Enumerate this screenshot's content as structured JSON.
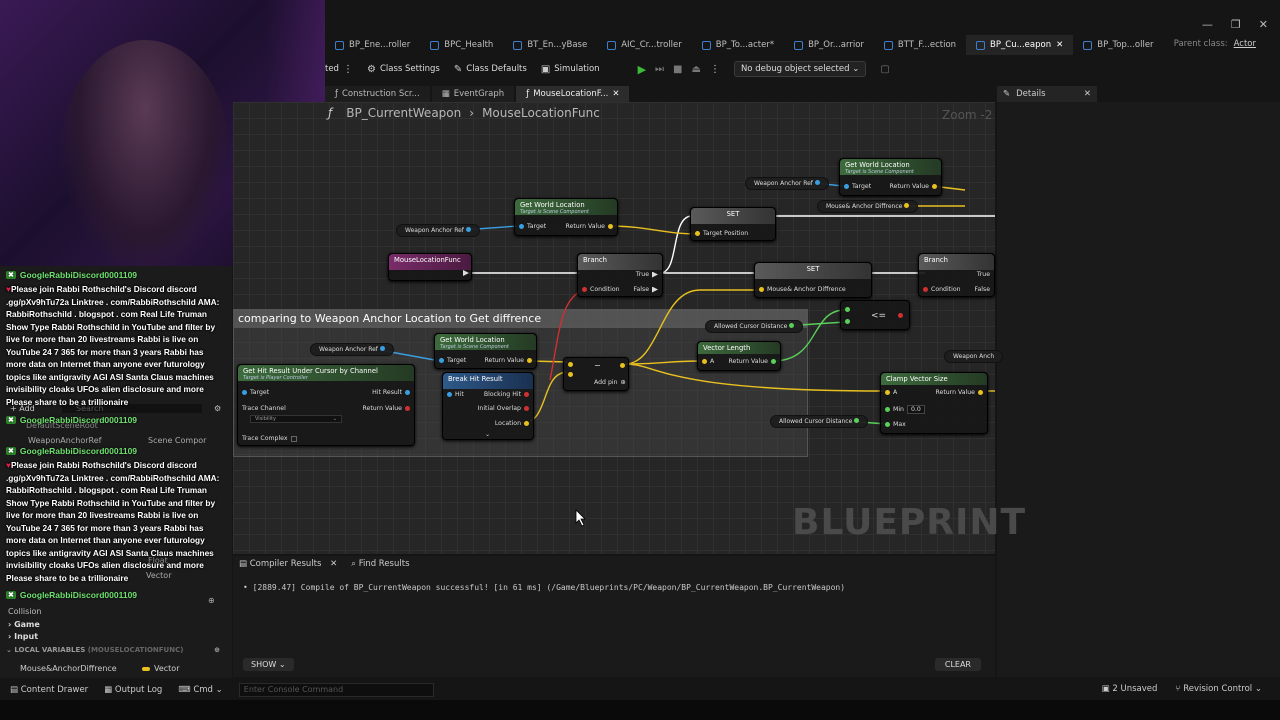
{
  "tabs": [
    {
      "label": "BP_Ene...roller",
      "active": false
    },
    {
      "label": "BPC_Health",
      "active": false
    },
    {
      "label": "BT_En...yBase",
      "active": false
    },
    {
      "label": "AIC_Cr...troller",
      "active": false
    },
    {
      "label": "BP_To...acter*",
      "active": false
    },
    {
      "label": "BP_Or...arrior",
      "active": false
    },
    {
      "label": "BTT_F...ection",
      "active": false
    },
    {
      "label": "BP_Cu...eapon",
      "active": true
    },
    {
      "label": "BP_Top...oller",
      "active": false
    }
  ],
  "parent_class": {
    "label": "Parent class:",
    "value": "Actor"
  },
  "toolbar": {
    "compiled_label": "ted",
    "class_settings": "Class Settings",
    "class_defaults": "Class Defaults",
    "simulation": "Simulation",
    "debug_object": "No debug object selected"
  },
  "graph_tabs": [
    {
      "label": "Construction Scr...",
      "active": false
    },
    {
      "label": "EventGraph",
      "active": false
    },
    {
      "label": "MouseLocationF...",
      "active": true
    }
  ],
  "details": {
    "label": "Details"
  },
  "breadcrumb": {
    "blueprint": "BP_CurrentWeapon",
    "function": "MouseLocationFunc"
  },
  "zoom": "Zoom -2",
  "watermark": "BLUEPRINT",
  "comment": "comparing to Weapon Anchor Location to Get diffrence",
  "nodes": {
    "weapon_anchor_ref_1": "Weapon Anchor Ref",
    "weapon_anchor_ref_2": "Weapon Anchor Ref",
    "weapon_anchor_ref_3": "Weapon Anchor Ref",
    "weapon_anchor_ref_4": "Weapon Anch",
    "get_world_location_1": {
      "title": "Get World Location",
      "sub": "Target is Scene Component",
      "target": "Target",
      "ret": "Return Value"
    },
    "get_world_location_2": {
      "title": "Get World Location",
      "sub": "Target is Scene Component",
      "target": "Target",
      "ret": "Return Value"
    },
    "get_world_location_3": {
      "title": "Get World Location",
      "sub": "Target is Scene Component",
      "target": "Target",
      "ret": "Return Value"
    },
    "mouse_anchor_diff": "Mouse& Anchor Diffrence",
    "set_1": {
      "title": "SET",
      "pin": "Target Position"
    },
    "set_2": {
      "title": "SET",
      "pin": "Mouse& Anchor Diffrence"
    },
    "entry": "MouseLocationFunc",
    "branch_1": {
      "title": "Branch",
      "true": "True",
      "false": "False",
      "cond": "Condition"
    },
    "branch_2": {
      "title": "Branch",
      "true": "True",
      "false": "False",
      "cond": "Condition"
    },
    "allowed_cursor_1": "Allowed Cursor Distance",
    "allowed_cursor_2": "Allowed Cursor Distance",
    "compare": "<=",
    "hit_result": {
      "title": "Get Hit Result Under Cursor by Channel",
      "sub": "Target is Player Controller",
      "target": "Target",
      "hit": "Hit Result",
      "trace": "Trace Channel",
      "trace_val": "Visibility",
      "ret": "Return Value",
      "complex": "Trace Complex"
    },
    "break_hit": {
      "title": "Break Hit Result",
      "hit": "Hit",
      "blocking": "Blocking Hit",
      "overlap": "Initial Overlap",
      "location": "Location"
    },
    "subtract": {
      "title": "−",
      "add": "Add pin"
    },
    "vector_length": {
      "title": "Vector Length",
      "a": "A",
      "ret": "Return Value"
    },
    "clamp": {
      "title": "Clamp Vector Size",
      "a": "A",
      "ret": "Return Value",
      "min": "Min",
      "min_val": "0.0",
      "max": "Max"
    }
  },
  "left_panel": {
    "add": "+ Add",
    "search_placeholder": "Search",
    "default_scene_root": "DefaultSceneRoot",
    "weapon_anchor_ref": "WeaponAnchorRef",
    "scene_component": "Scene Compor",
    "vector_1": "Vector",
    "float": "Float",
    "categories": [
      "Collision",
      "Game",
      "Input"
    ],
    "local_vars_title": "LOCAL VARIABLES",
    "local_vars_scope": "(MOUSELOCATIONFUNC)",
    "local_var_name": "Mouse&AnchorDiffrence",
    "local_var_type": "Vector"
  },
  "chat": [
    {
      "user": "GoogleRabbiDiscord0001109",
      "message": "Please join Rabbi Rothschild's Discord discord .gg/pXv9hTu72a Linktree . com/RabbiRothschild AMA: RabbiRothschild . blogspot . com Real Life Truman Show Type Rabbi Rothschild in YouTube and filter by live for more than 20 livestreams Rabbi is live on YouTube 24 7 365 for more than 3 years Rabbi has more data on Internet than anyone ever futurology topics like antigravity AGI ASI Santa Claus machines invisibility cloaks UFOs alien disclosure and more Please share to be a trillionaire"
    },
    {
      "user": "GoogleRabbiDiscord0001109",
      "message": ""
    },
    {
      "user": "GoogleRabbiDiscord0001109",
      "message": "Please join Rabbi Rothschild's Discord discord .gg/pXv9hTu72a Linktree . com/RabbiRothschild AMA: RabbiRothschild . blogspot . com Real Life Truman Show Type Rabbi Rothschild in YouTube and filter by live for more than 20 livestreams Rabbi is live on YouTube 24 7 365 for more than 3 years Rabbi has more data on Internet than anyone ever futurology topics like antigravity AGI ASI Santa Claus machines invisibility cloaks UFOs alien disclosure and more Please share to be a trillionaire"
    },
    {
      "user": "GoogleRabbiDiscord0001109",
      "message": ""
    }
  ],
  "compiler": {
    "tab_results": "Compiler Results",
    "tab_find": "Find Results",
    "message": "[2889.47] Compile of BP_CurrentWeapon successful! [in 61 ms] (/Game/Blueprints/PC/Weapon/BP_CurrentWeapon.BP_CurrentWeapon)",
    "show": "SHOW",
    "clear": "CLEAR"
  },
  "statusbar": {
    "content_drawer": "Content Drawer",
    "output_log": "Output Log",
    "cmd": "Cmd",
    "console_placeholder": "Enter Console Command",
    "unsaved": "2 Unsaved",
    "revision": "Revision Control"
  },
  "colors": {
    "accent": "#3a9fe0",
    "pin_vector": "#e8c020",
    "pin_float": "#5ad05a",
    "pin_bool": "#d03030",
    "func_header": "#3d6b3d"
  }
}
